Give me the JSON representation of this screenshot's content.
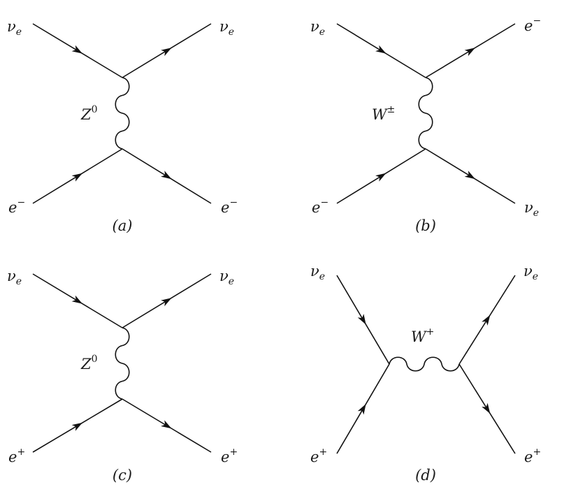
{
  "diagrams": [
    {
      "id": "a",
      "caption": "(a)",
      "particles": {
        "in_top": {
          "base": "ν",
          "sub": "e",
          "sup": ""
        },
        "out_top": {
          "base": "ν",
          "sub": "e",
          "sup": ""
        },
        "in_bottom": {
          "base": "e",
          "sub": "",
          "sup": "−"
        },
        "out_bottom": {
          "base": "e",
          "sub": "",
          "sup": "−"
        }
      },
      "boson": {
        "base": "Z",
        "sup": "0"
      }
    },
    {
      "id": "b",
      "caption": "(b)",
      "particles": {
        "in_top": {
          "base": "ν",
          "sub": "e",
          "sup": ""
        },
        "out_top": {
          "base": "e",
          "sub": "",
          "sup": "−"
        },
        "in_bottom": {
          "base": "e",
          "sub": "",
          "sup": "−"
        },
        "out_bottom": {
          "base": "ν",
          "sub": "e",
          "sup": ""
        }
      },
      "boson": {
        "base": "W",
        "sup": "±"
      }
    },
    {
      "id": "c",
      "caption": "(c)",
      "particles": {
        "in_top": {
          "base": "ν",
          "sub": "e",
          "sup": ""
        },
        "out_top": {
          "base": "ν",
          "sub": "e",
          "sup": ""
        },
        "in_bottom": {
          "base": "e",
          "sub": "",
          "sup": "+"
        },
        "out_bottom": {
          "base": "e",
          "sub": "",
          "sup": "+"
        }
      },
      "boson": {
        "base": "Z",
        "sup": "0"
      }
    },
    {
      "id": "d",
      "caption": "(d)",
      "particles": {
        "in_top": {
          "base": "ν",
          "sub": "e",
          "sup": ""
        },
        "out_top": {
          "base": "ν",
          "sub": "e",
          "sup": ""
        },
        "in_bottom": {
          "base": "e",
          "sub": "",
          "sup": "+"
        },
        "out_bottom": {
          "base": "e",
          "sub": "",
          "sup": "+"
        }
      },
      "boson": {
        "base": "W",
        "sup": "+"
      }
    }
  ]
}
